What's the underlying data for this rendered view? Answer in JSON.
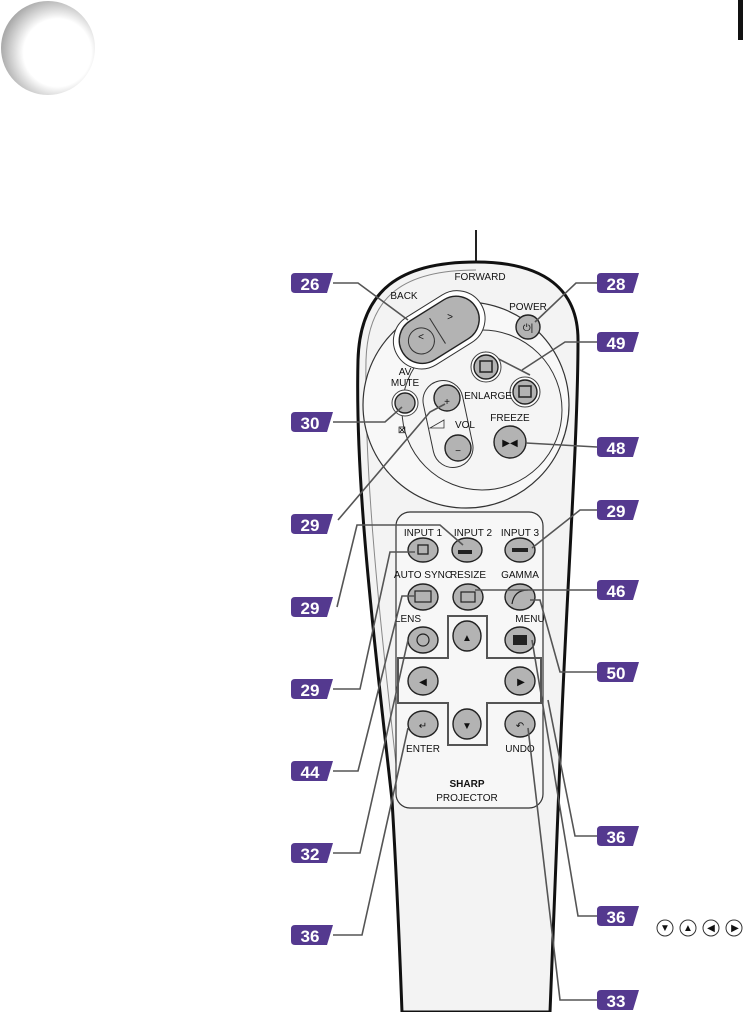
{
  "colors": {
    "badge": "#54398f",
    "button": "#b3b3b3",
    "body": "#f2f2f2"
  },
  "remote": {
    "forward": "FORWARD",
    "back": "BACK",
    "power": "POWER",
    "enlarge": "ENLARGE",
    "av_mute_1": "AV",
    "av_mute_2": "MUTE",
    "vol": "VOL",
    "freeze": "FREEZE",
    "input1": "INPUT 1",
    "input2": "INPUT 2",
    "input3": "INPUT 3",
    "auto_sync": "AUTO SYNC",
    "resize": "RESIZE",
    "gamma": "GAMMA",
    "lens": "LENS",
    "menu": "MENU",
    "enter": "ENTER",
    "undo": "UNDO",
    "brand": "SHARP",
    "product": "PROJECTOR"
  },
  "badges": {
    "back_forward": "26",
    "power": "28",
    "enlarge": "49",
    "av_mute": "30",
    "freeze": "48",
    "volume": "29",
    "input3": "29",
    "input2": "29",
    "resize": "46",
    "input1": "29",
    "gamma": "50",
    "auto_sync": "44",
    "dpad": "36",
    "lens": "32",
    "menu": "36",
    "enter": "36",
    "undo": "33"
  },
  "legend_icons": [
    "down-arrow",
    "up-arrow",
    "left-arrow",
    "right-arrow"
  ]
}
